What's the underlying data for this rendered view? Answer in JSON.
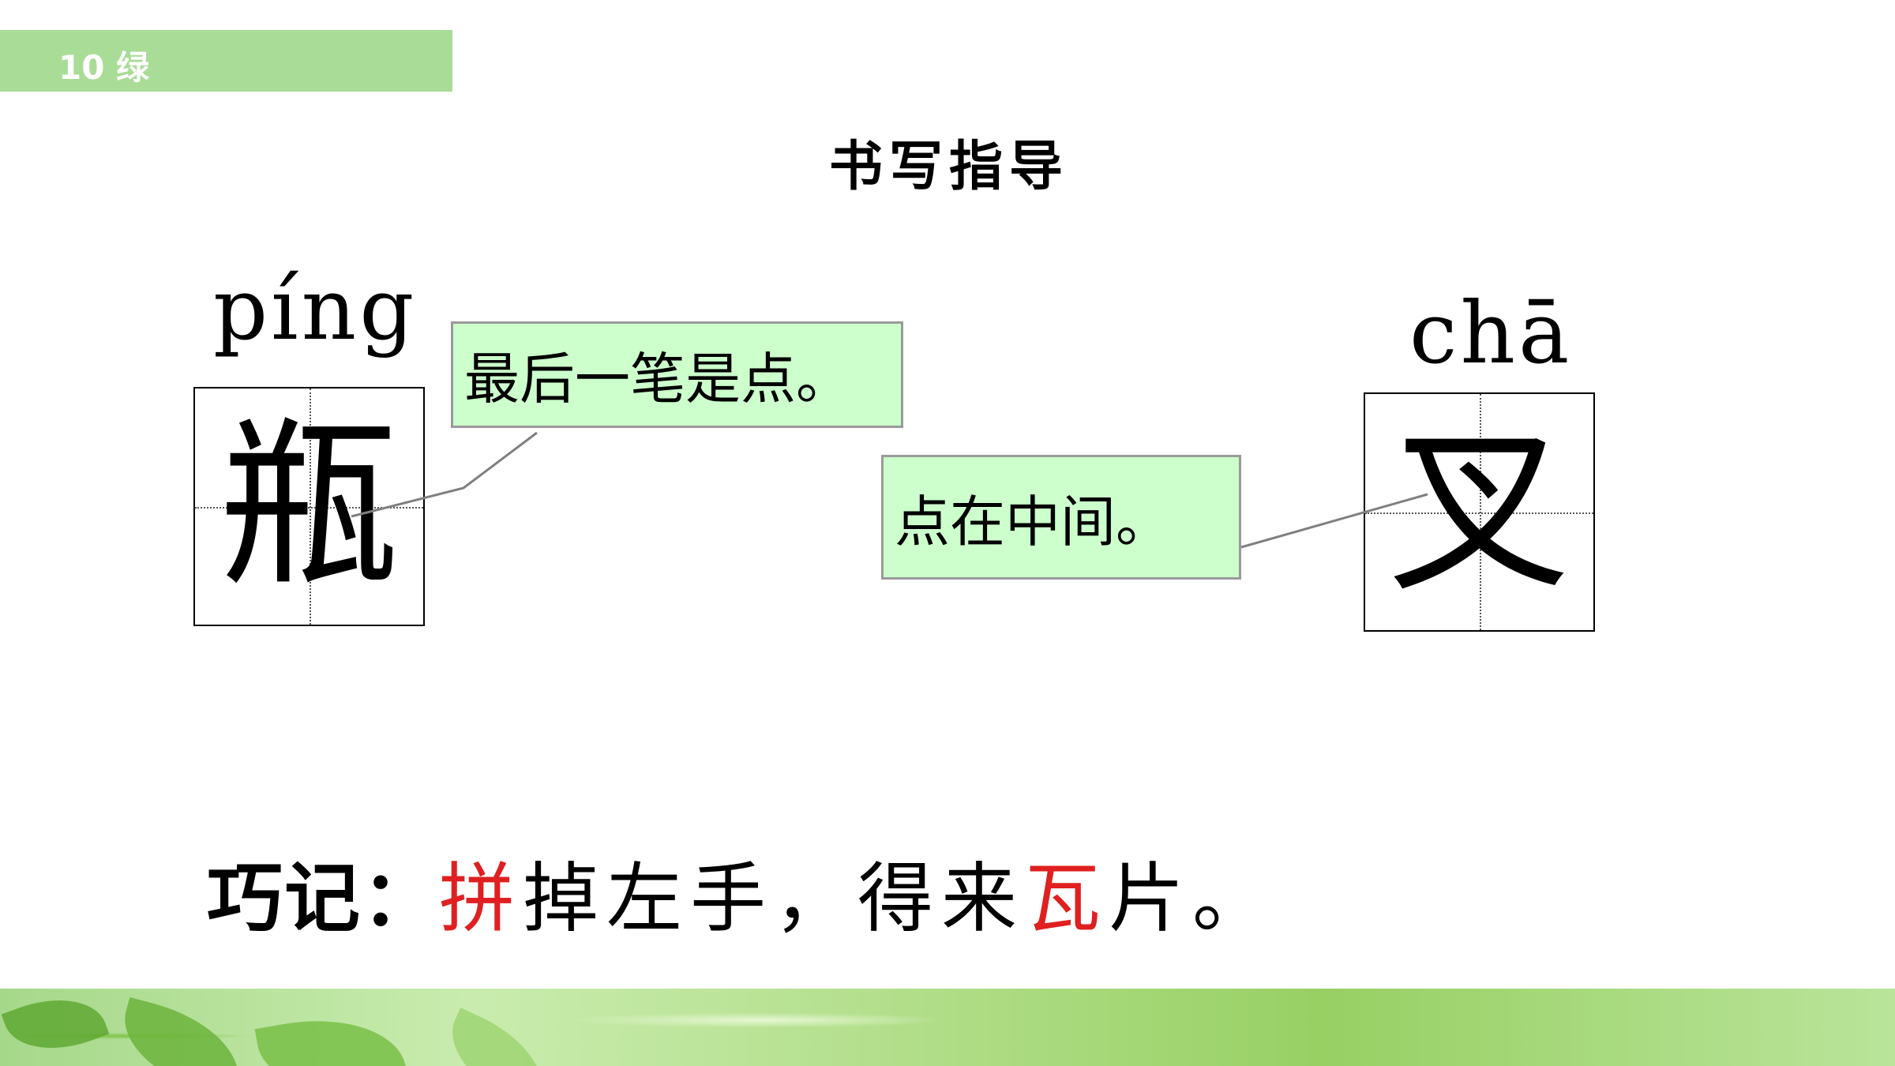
{
  "header": {
    "lesson": "10 绿"
  },
  "title": "书写指导",
  "characters": [
    {
      "pinyin": "píng",
      "char": "瓶",
      "note": "最后一笔是点。"
    },
    {
      "pinyin": "chā",
      "char": "叉",
      "note": "点在中间。"
    }
  ],
  "tip": {
    "label": "巧记：",
    "parts": [
      "拼",
      "掉左手，得来",
      "瓦",
      "片。"
    ]
  },
  "colors": {
    "header_bar": "#a9dc96",
    "callout_bg": "#ccffcc",
    "highlight": "#e02020"
  }
}
